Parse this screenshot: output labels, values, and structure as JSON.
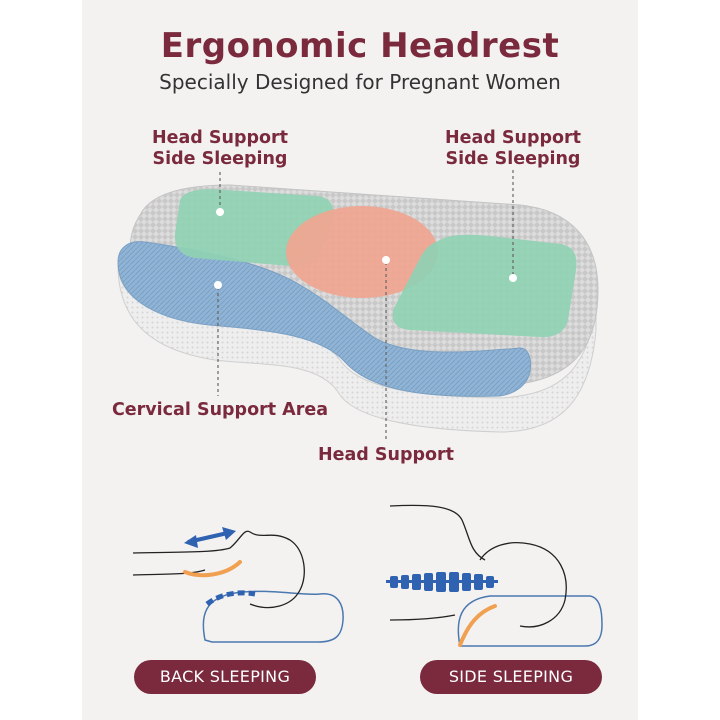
{
  "header": {
    "title": "Ergonomic Headrest",
    "subtitle": "Specially Designed for Pregnant Women"
  },
  "callouts": {
    "left_top_line1": "Head Support",
    "left_top_line2": "Side Sleeping",
    "right_top_line1": "Head Support",
    "right_top_line2": "Side Sleeping",
    "cervical": "Cervical Support Area",
    "head": "Head Support"
  },
  "positions": {
    "back": "BACK SLEEPING",
    "side": "SIDE SLEEPING"
  },
  "colors": {
    "brand": "#7a2a3c",
    "green_zone": "#8fd1b3",
    "pink_zone": "#f0a590",
    "blue_zone": "#8fb4d6",
    "accent_orange": "#f0a050",
    "arrow_blue": "#2f62b0"
  }
}
